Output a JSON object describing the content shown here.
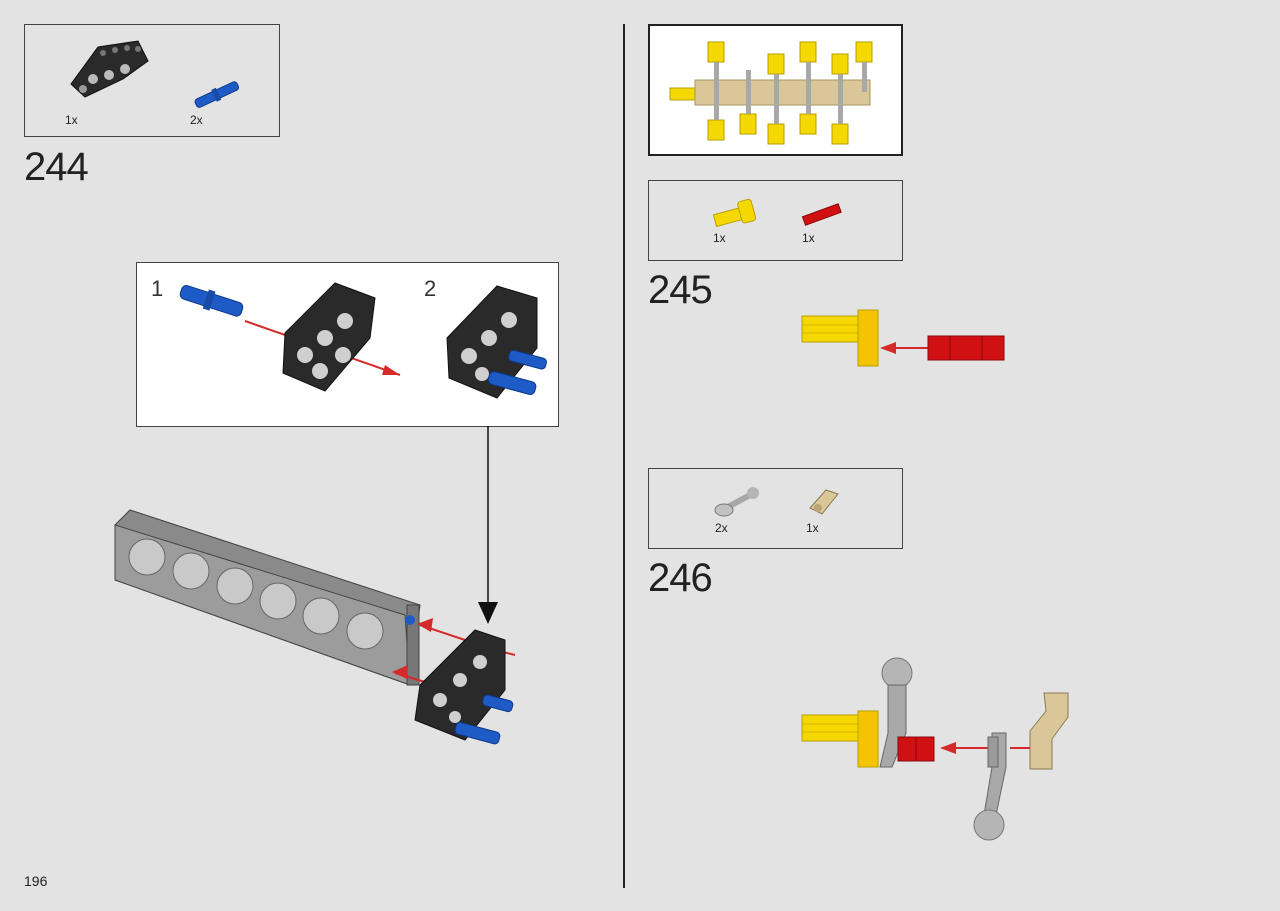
{
  "page_number": "196",
  "steps": [
    {
      "number": "244",
      "parts": [
        {
          "name": "frame-part",
          "qty": "1x"
        },
        {
          "name": "blue-pin",
          "qty": "2x"
        }
      ],
      "substeps": [
        "1",
        "2"
      ]
    },
    {
      "number": "245",
      "parts": [
        {
          "name": "yellow-axle-connector",
          "qty": "1x"
        },
        {
          "name": "red-axle",
          "qty": "1x"
        }
      ]
    },
    {
      "number": "246",
      "parts": [
        {
          "name": "grey-conrod",
          "qty": "2x"
        },
        {
          "name": "tan-crank-segment",
          "qty": "1x"
        }
      ]
    }
  ],
  "colors": {
    "background": "#e3e3e3",
    "yellow": "#f5d800",
    "red": "#d01012",
    "blue": "#1e5bc6",
    "black": "#2a2a2a",
    "grey": "#a8a8a8",
    "tan": "#d9c79a",
    "arrow_red": "#d42a2a"
  }
}
